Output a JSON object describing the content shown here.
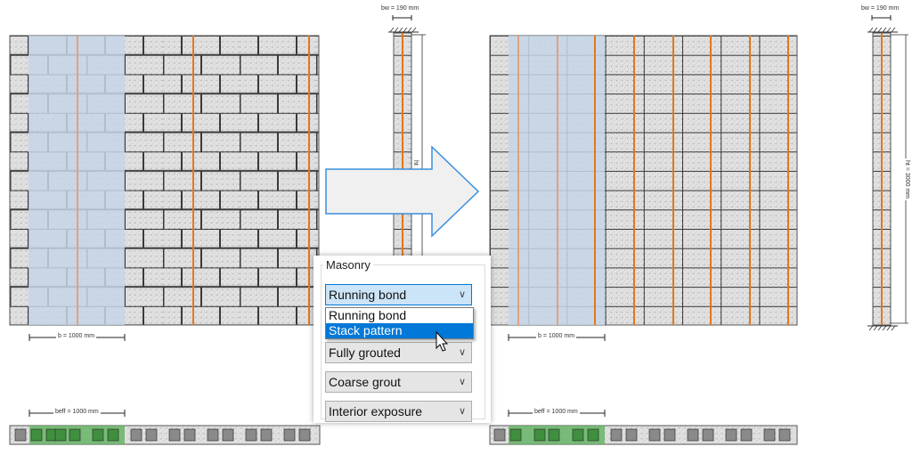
{
  "left_elevation": {
    "bond": "running",
    "courses": 15,
    "width_label": "b = 1000 mm",
    "shaded_start_col": 0.5,
    "orange_lines_x": [
      87,
      217,
      347
    ]
  },
  "left_section": {
    "width_label": "bw = 190 mm",
    "height_label": "ht"
  },
  "arrow": {
    "fill": "#f0f0f0",
    "stroke": "#3b8ede"
  },
  "right_elevation": {
    "bond": "stack",
    "courses": 15,
    "width_label": "b = 1000 mm",
    "orange_lines_x": [
      582,
      626,
      668,
      712,
      756,
      798,
      842,
      885
    ]
  },
  "right_section": {
    "width_label": "bw = 190 mm",
    "height_label": "ht = 3000 mm"
  },
  "left_plan": {
    "width_label": "beff = 1000 mm"
  },
  "right_plan": {
    "width_label": "beff = 1000 mm"
  },
  "panel": {
    "group_label": "Masonry",
    "bond_combo": {
      "value": "Running bond"
    },
    "bond_options": [
      {
        "label": "Running bond",
        "selected": false
      },
      {
        "label": "Stack pattern",
        "selected": true
      }
    ],
    "grout_combo": {
      "value": "Fully grouted"
    },
    "grout_type_combo": {
      "value": "Coarse grout"
    },
    "exposure_combo": {
      "value": "Interior exposure"
    }
  },
  "colors": {
    "block": "#dcdcdc",
    "mortar": "#3a3a3a",
    "shade": "#c5d5e6",
    "rebar": "#e07820",
    "plan_green": "#5fb35f",
    "accent": "#0078d7"
  }
}
